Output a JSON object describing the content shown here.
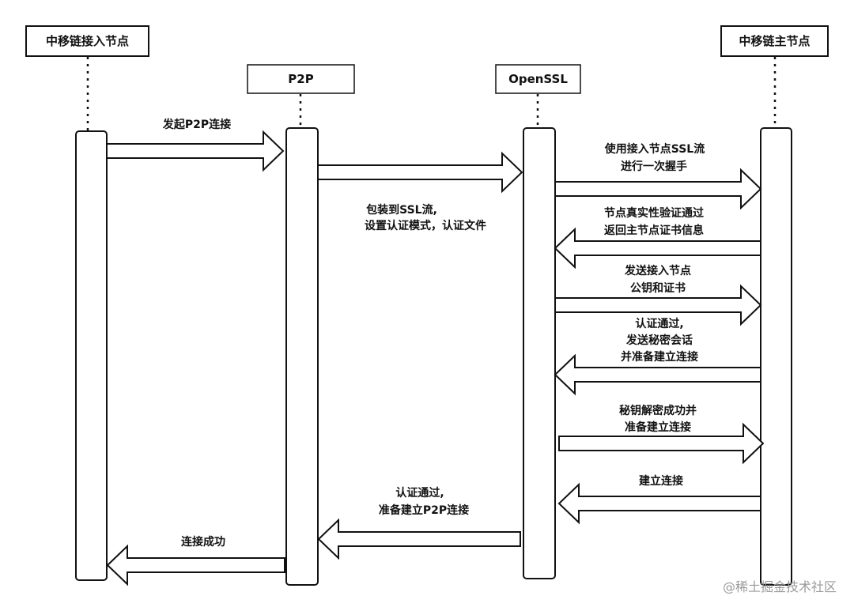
{
  "participants": [
    {
      "id": "p1",
      "label": "中移链接入节点"
    },
    {
      "id": "p2",
      "label": "P2P"
    },
    {
      "id": "p3",
      "label": "OpenSSL"
    },
    {
      "id": "p4",
      "label": "中移链主节点"
    }
  ],
  "messages": [
    {
      "id": "m1",
      "lines": [
        "发起P2P连接"
      ]
    },
    {
      "id": "m2",
      "lines": [
        "包装到SSL流,",
        "设置认证模式，认证文件"
      ]
    },
    {
      "id": "m3",
      "lines": [
        "使用接入节点SSL流",
        "进行一次握手"
      ]
    },
    {
      "id": "m4",
      "lines": [
        "节点真实性验证通过",
        "返回主节点证书信息"
      ]
    },
    {
      "id": "m5",
      "lines": [
        "发送接入节点",
        "公钥和证书"
      ]
    },
    {
      "id": "m6",
      "lines": [
        "认证通过,",
        "发送秘密会话",
        "并准备建立连接"
      ]
    },
    {
      "id": "m7",
      "lines": [
        "秘钥解密成功并",
        "准备建立连接"
      ]
    },
    {
      "id": "m8",
      "lines": [
        "建立连接"
      ]
    },
    {
      "id": "m9",
      "lines": [
        "认证通过,",
        "准备建立P2P连接"
      ]
    },
    {
      "id": "m10",
      "lines": [
        "连接成功"
      ]
    }
  ],
  "watermark": "@稀土掘金技术社区",
  "colors": {
    "stroke": "#111111",
    "background": "#ffffff",
    "watermark": "#9a9a9a"
  }
}
